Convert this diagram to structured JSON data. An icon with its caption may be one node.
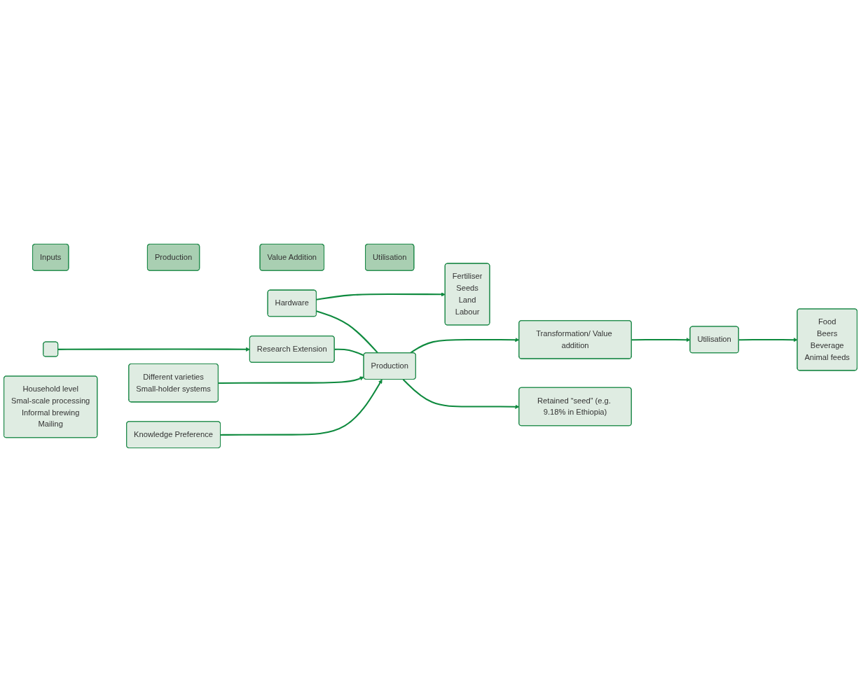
{
  "diagram": {
    "nodes": [
      {
        "text": [
          "Inputs"
        ]
      },
      {
        "text": [
          "Production"
        ]
      },
      {
        "text": [
          "Value Addition"
        ]
      },
      {
        "text": [
          "Utilisation"
        ]
      },
      {
        "text": [
          "Hardware"
        ]
      },
      {
        "text": [
          "Fertiliser",
          "Seeds",
          "Land",
          "Labour"
        ]
      },
      {
        "text": [],
        "shape": "box"
      },
      {
        "text": [
          "Research Extension"
        ]
      },
      {
        "text": [
          "Different varieties",
          "Small-holder systems"
        ]
      },
      {
        "text": [
          "Production"
        ]
      },
      {
        "text": [
          "Knowledge Preference"
        ]
      },
      {
        "text": [
          "Household level",
          "Smal-scale processing",
          "Informal brewing",
          "Mailing"
        ]
      },
      {
        "text": [
          "Transformation/ Value addition"
        ]
      },
      {
        "text": [
          "Food",
          "Beers",
          "Beverage",
          "Animal feeds"
        ]
      },
      {
        "text": [
          "Utilisation"
        ]
      },
      {
        "text": [
          "Retained “seed” (e.g. 9.18% in Ethiopia)"
        ]
      }
    ],
    "edges": [
      {
        "from": 4,
        "to": 5,
        "arrow": "to"
      },
      {
        "from": 6,
        "to": 7,
        "arrow": "to"
      },
      {
        "from": 4,
        "to": 9,
        "arrow": "none"
      },
      {
        "from": 7,
        "to": 9,
        "arrow": "none"
      },
      {
        "from": 8,
        "to": 9,
        "arrow": "to"
      },
      {
        "from": 10,
        "to": 9,
        "arrow": "to"
      },
      {
        "from": 9,
        "to": 12,
        "arrow": "to"
      },
      {
        "from": 12,
        "to": 14,
        "arrow": "to"
      },
      {
        "from": 14,
        "to": 13,
        "arrow": "to"
      },
      {
        "from": 9,
        "to": 15,
        "arrow": "to"
      }
    ]
  }
}
